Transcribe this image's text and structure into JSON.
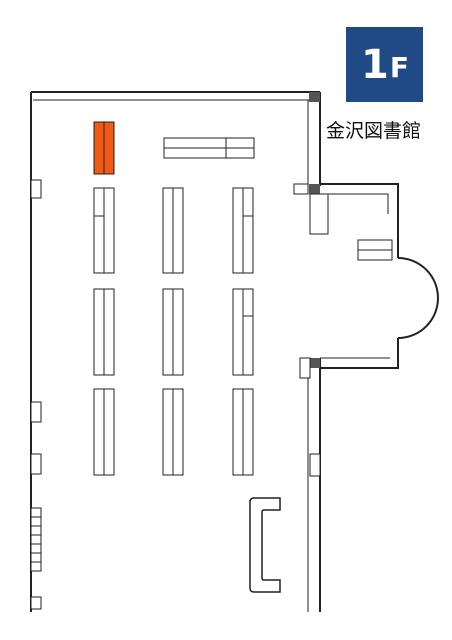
{
  "floor_badge": {
    "number": "1",
    "letter": "F"
  },
  "library_name": "金沢図書館",
  "colors": {
    "badge_bg": "#1f4a86",
    "highlight_shelf": "#f05a14",
    "wall": "#222222",
    "wall_dark": "#555555"
  }
}
